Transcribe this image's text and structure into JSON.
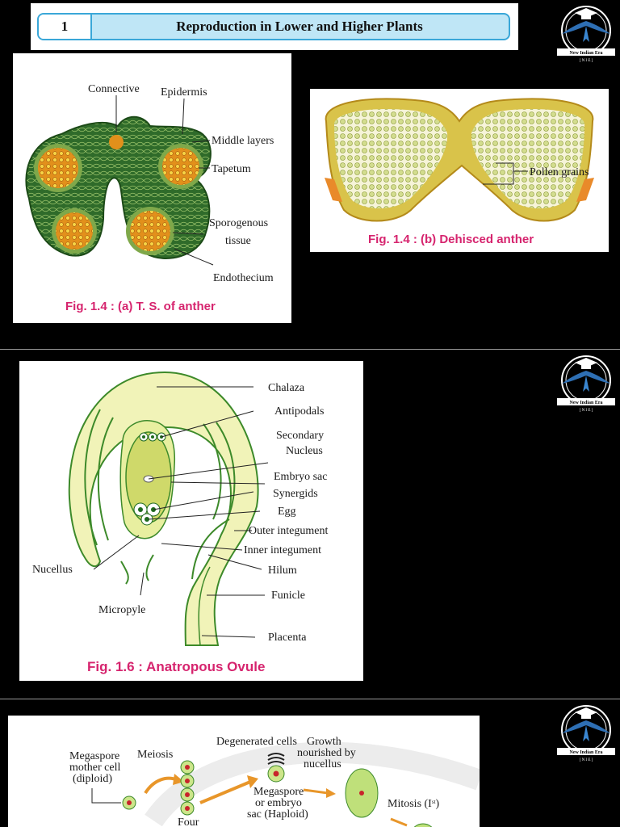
{
  "slide1": {
    "chapter_number": "1",
    "chapter_title": "Reproduction in Lower and Higher Plants",
    "fig_a": {
      "caption": "Fig. 1.4 : (a) T. S. of anther",
      "labels": {
        "connective": "Connective",
        "epidermis": "Epidermis",
        "middle_layers": "Middle layers",
        "tapetum": "Tapetum",
        "sporogenous_1": "Sporogenous",
        "sporogenous_2": "tissue",
        "endothecium": "Endothecium"
      }
    },
    "fig_b": {
      "caption": "Fig. 1.4 : (b) Dehisced anther",
      "labels": {
        "pollen_grains": "Pollen grains"
      }
    }
  },
  "slide2": {
    "caption": "Fig. 1.6 : Anatropous Ovule",
    "labels": {
      "chalaza": "Chalaza",
      "antipodals": "Antipodals",
      "secondary_1": "Secondary",
      "secondary_2": "Nucleus",
      "embryo_sac": "Embryo sac",
      "synergids": "Synergids",
      "egg": "Egg",
      "outer_integument": "Outer integument",
      "inner_integument": "Inner integument",
      "nucellus": "Nucellus",
      "hilum": "Hilum",
      "funicle": "Funicle",
      "micropyle": "Micropyle",
      "placenta": "Placenta"
    }
  },
  "slide3": {
    "labels": {
      "megaspore_mother_1": "Megaspore",
      "megaspore_mother_2": "mother cell",
      "megaspore_mother_3": "(diploid)",
      "meiosis": "Meiosis",
      "degenerated": "Degenerated cells",
      "growth_1": "Growth",
      "growth_2": "nourished by",
      "growth_3": "nucellus",
      "megaspore_1": "Megaspore",
      "megaspore_2": "or embryo",
      "megaspore_3": "sac (Haploid)",
      "mitosis": "Mitosis (I",
      "mitosis_sup": "st",
      "mitosis_close": ")",
      "four": "Four"
    }
  },
  "logo_text": "New Indian Era",
  "logo_subtext": "[ N I E ]",
  "colors": {
    "caption": "#d6246e",
    "title_fill": "#bfe6f6",
    "title_border": "#3aa7d8",
    "anther_green": "#2f6b2a",
    "ovule_fill": "#f1f3b8",
    "embryo_sac": "#cfd96a"
  }
}
